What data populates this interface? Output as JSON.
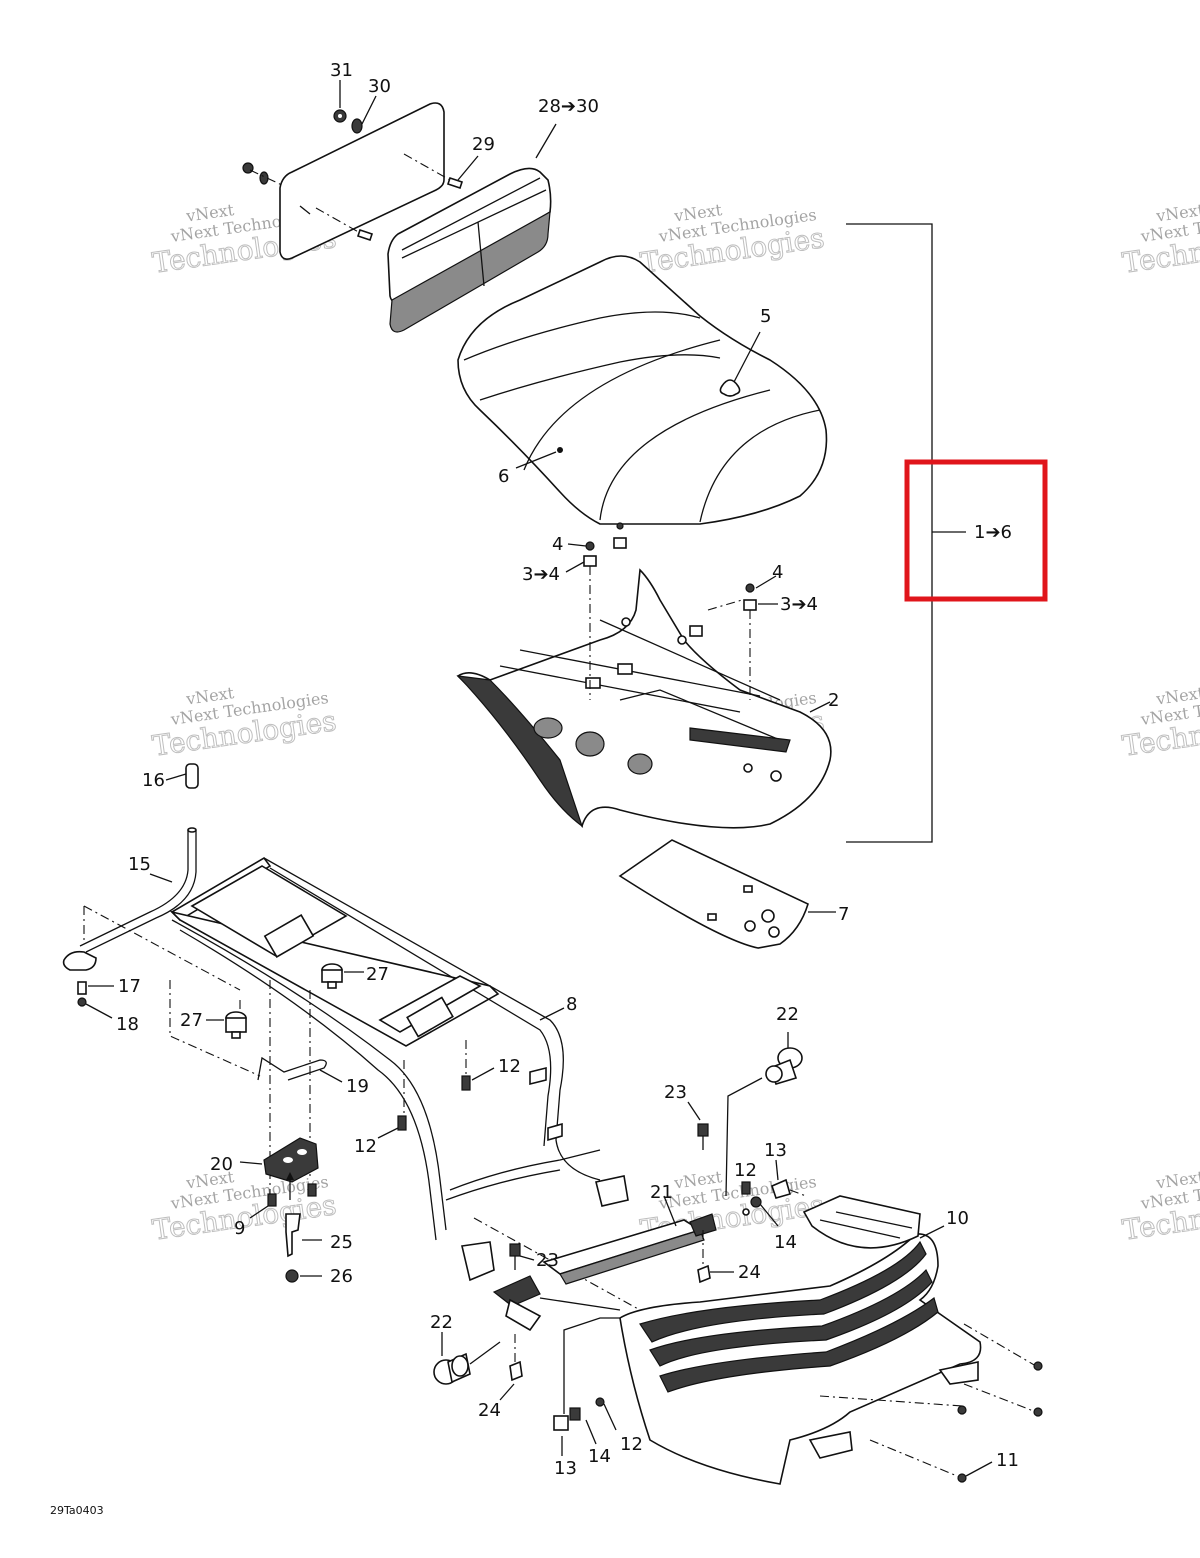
{
  "diagram": {
    "drawing_code": "29Ta0403",
    "watermark": {
      "line1": "vNext",
      "line2": "vNext Technologies",
      "line3": "Technologies"
    },
    "highlight_color": "#e0151b",
    "callouts": {
      "c31": "31",
      "c30": "30",
      "c28_30": "28➔30",
      "c29": "29",
      "c5": "5",
      "c6": "6",
      "c1_6": "1➔6",
      "c4a": "4",
      "c3_4a": "3➔4",
      "c4b": "4",
      "c3_4b": "3➔4",
      "c2": "2",
      "c7": "7",
      "c16": "16",
      "c15": "15",
      "c17": "17",
      "c18": "18",
      "c27a": "27",
      "c27b": "27",
      "c8": "8",
      "c19": "19",
      "c12a": "12",
      "c12b": "12",
      "c22a": "22",
      "c23a": "23",
      "c13a": "13",
      "c12c": "12",
      "c20": "20",
      "c21": "21",
      "c9": "9",
      "c25": "25",
      "c26": "26",
      "c23b": "23",
      "c10": "10",
      "c14a": "14",
      "c24a": "24",
      "c22b": "22",
      "c24b": "24",
      "c12d": "12",
      "c14b": "14",
      "c13b": "13",
      "c11": "11"
    }
  }
}
